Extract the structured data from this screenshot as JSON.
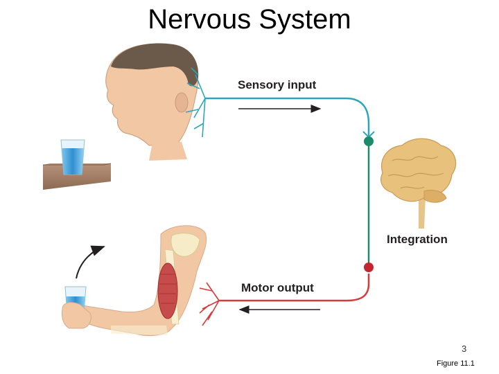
{
  "slide": {
    "title": "Nervous System",
    "page_number": "3",
    "figure_reference": "Figure 11.1"
  },
  "diagram": {
    "sensory_label": "Sensory input",
    "integration_label": "Integration",
    "motor_label": "Motor output",
    "colors": {
      "sensory_pathway": "#2aa6b8",
      "integration_pathway": "#1c8a6b",
      "motor_pathway": "#d63a3a",
      "brain": "#e8c27c",
      "skin": "#f2c8a4",
      "hair": "#6b5a4a",
      "table": "#a07a5c",
      "water": "#3a9fd6"
    },
    "icons": [
      "head-icon",
      "glass-on-table-icon",
      "brain-icon",
      "arm-icon",
      "glass-in-hand-icon"
    ]
  }
}
